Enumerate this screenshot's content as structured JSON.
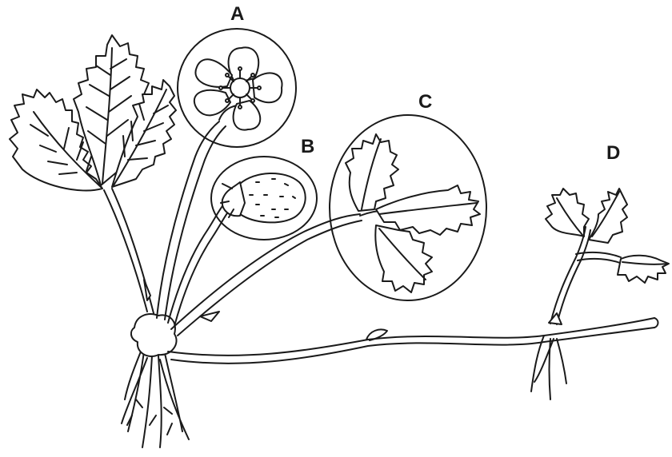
{
  "figure": {
    "callouts": [
      {
        "letter": "A",
        "part": "flower"
      },
      {
        "letter": "B",
        "part": "fruit"
      },
      {
        "letter": "C",
        "part": "leaf"
      },
      {
        "letter": "D",
        "part": "runner plantlet"
      }
    ]
  },
  "style": {
    "stroke": "#1a1a1a",
    "fill": "#ffffff",
    "background": "#ffffff"
  }
}
